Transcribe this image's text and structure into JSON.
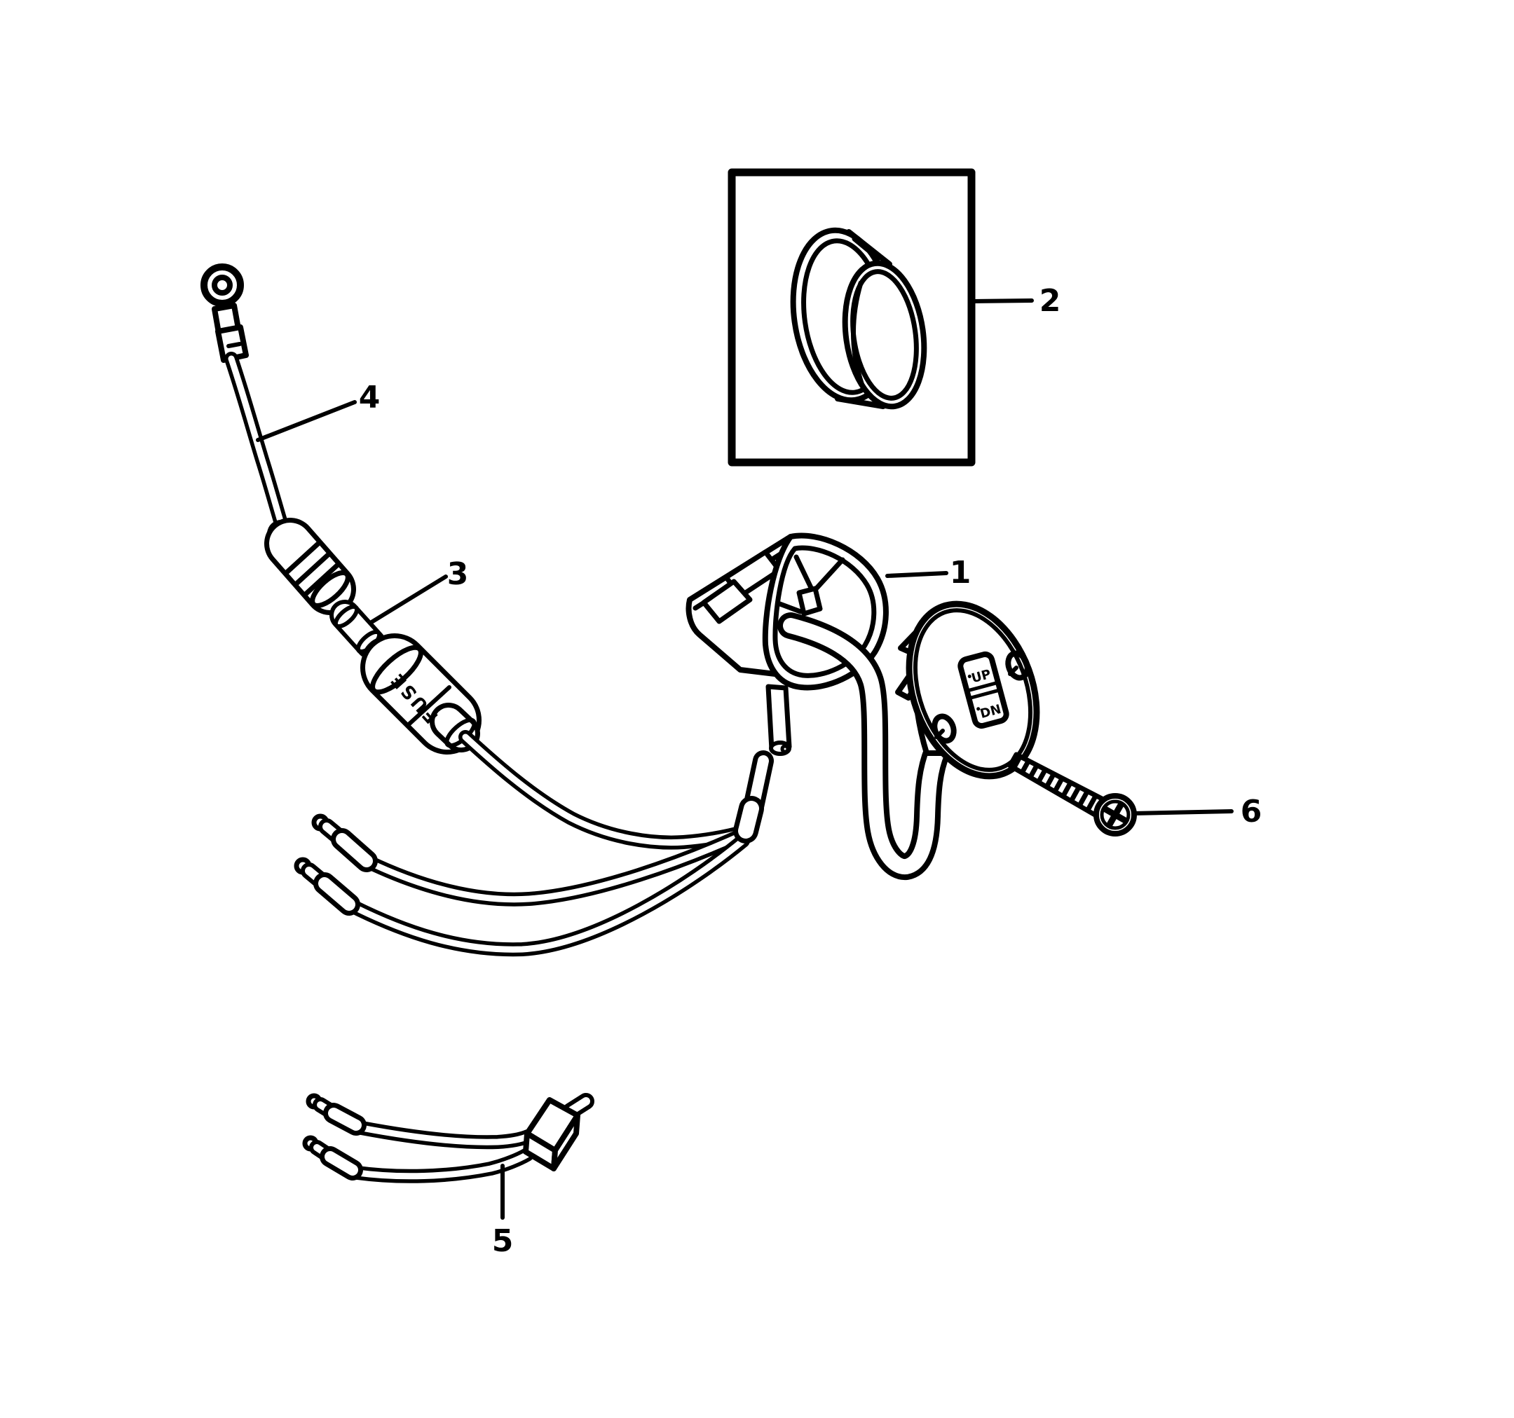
{
  "figure": {
    "type": "exploded-parts-diagram",
    "background": "#ffffff",
    "ink": "#000000"
  },
  "callouts": [
    {
      "label": "1"
    },
    {
      "label": "2"
    },
    {
      "label": "3"
    },
    {
      "label": "4"
    },
    {
      "label": "5"
    },
    {
      "label": "6"
    }
  ],
  "inscriptions": {
    "fuse": "FUSE",
    "rocker_up": "UP",
    "rocker_down": "DN"
  }
}
